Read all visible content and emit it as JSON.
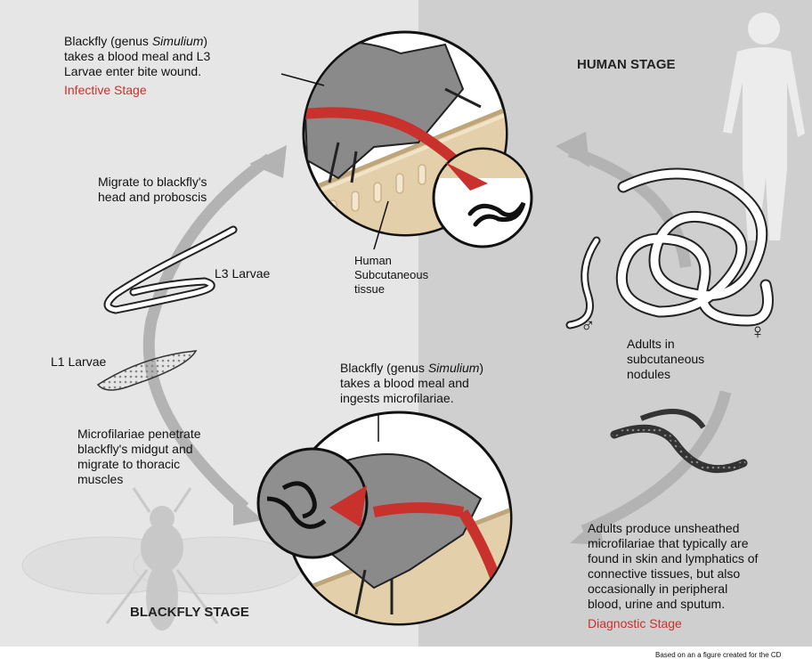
{
  "colors": {
    "left_bg": "#e6e6e6",
    "right_bg": "#cfcfcf",
    "accent_red": "#c8312c",
    "cycle_arrow": "#b3b3b3",
    "skin": "#e3cfaa",
    "fly_body": "#8a8a8a"
  },
  "labels": {
    "infective_step": {
      "line1_a": "Blackfly (genus ",
      "line1_italic": "Simulium",
      "line1_b": ")",
      "line2": "takes a blood meal and L3",
      "line3": "Larvae enter bite wound."
    },
    "infective_stage": "Infective Stage",
    "human_stage": "HUMAN STAGE",
    "migrate_head": {
      "line1": "Migrate to blackfly's",
      "line2": "head and proboscis"
    },
    "human_tissue": {
      "line1": "Human",
      "line2": "Subcutaneous",
      "line3": "tissue"
    },
    "l3_larvae": "L3 Larvae",
    "male_symbol": "♂",
    "female_symbol": "♀",
    "adults_nodules": {
      "line1": "Adults in",
      "line2": "subcutaneous",
      "line3": "nodules"
    },
    "l1_larvae": "L1 Larvae",
    "ingest_step": {
      "line1_a": "Blackfly (genus ",
      "line1_italic": "Simulium",
      "line1_b": ")",
      "line2": "takes a blood meal and",
      "line3": "ingests microfilariae."
    },
    "penetrate_step": {
      "line1": "Microfilariae penetrate",
      "line2": "blackfly's midgut and",
      "line3": "migrate to thoracic",
      "line4": "muscles"
    },
    "adults_produce": {
      "line1": "Adults produce unsheathed",
      "line2": "microfilariae that typically are",
      "line3": "found in skin and lymphatics of",
      "line4": "connective tissues, but also",
      "line5": "occasionally in peripheral",
      "line6": "blood, urine and sputum."
    },
    "diagnostic_stage": "Diagnostic Stage",
    "blackfly_stage": "BLACKFLY STAGE",
    "credit": "Based on an a figure created for the CD"
  }
}
